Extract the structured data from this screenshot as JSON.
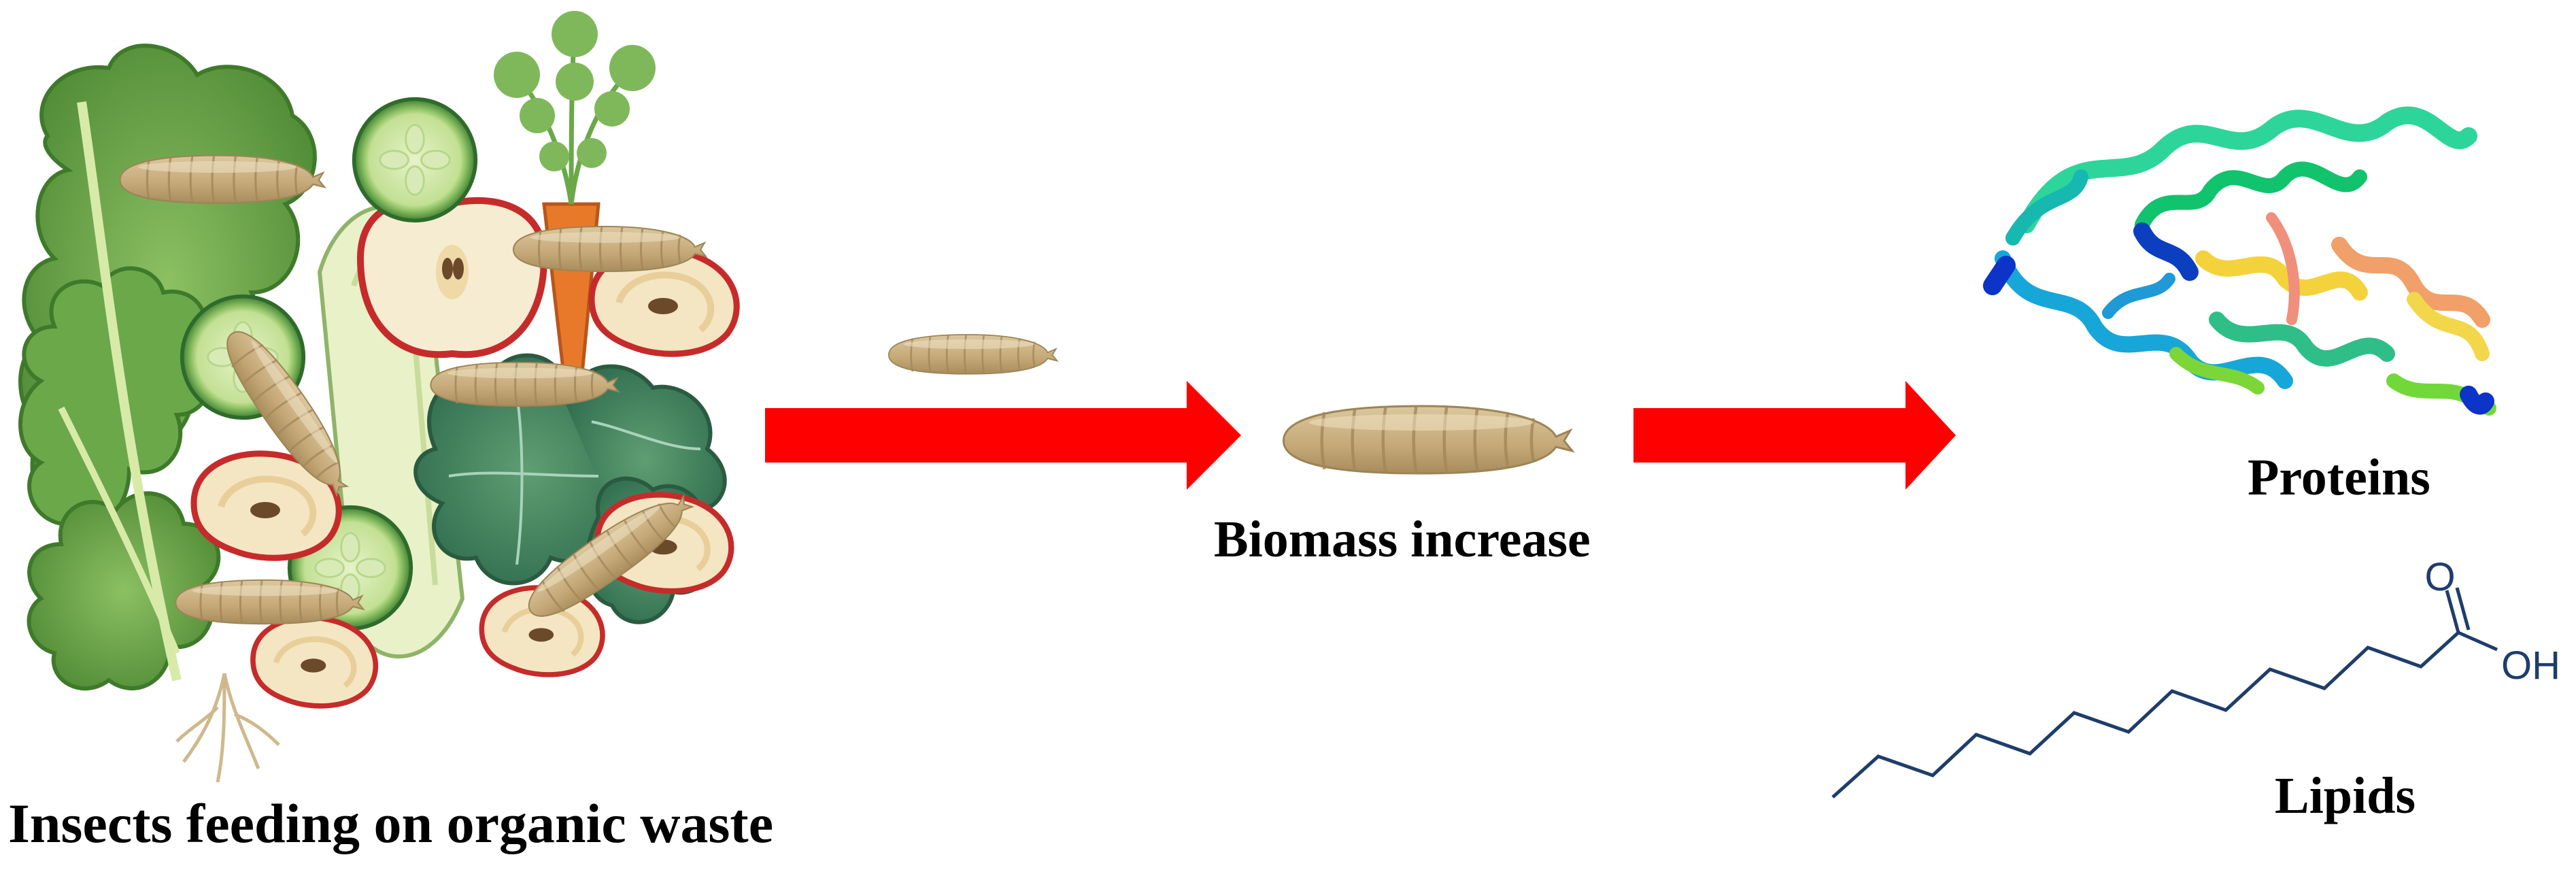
{
  "labels": {
    "feeding": "Insects feeding on organic waste",
    "biomass": "Biomass increase",
    "proteins": "Proteins",
    "lipids": "Lipids"
  },
  "chemistry": {
    "carbonyl_oxygen": "O",
    "hydroxyl": "OH"
  },
  "colors": {
    "arrow": "#ff0000",
    "larva": "#c9b083",
    "larva_segment": "#a98e60",
    "lipid_bond": "#1f3d6b"
  },
  "icons": [
    "organic-waste-pile",
    "larva-icon",
    "protein-ribbon",
    "fatty-acid-structure",
    "arrow-right"
  ]
}
